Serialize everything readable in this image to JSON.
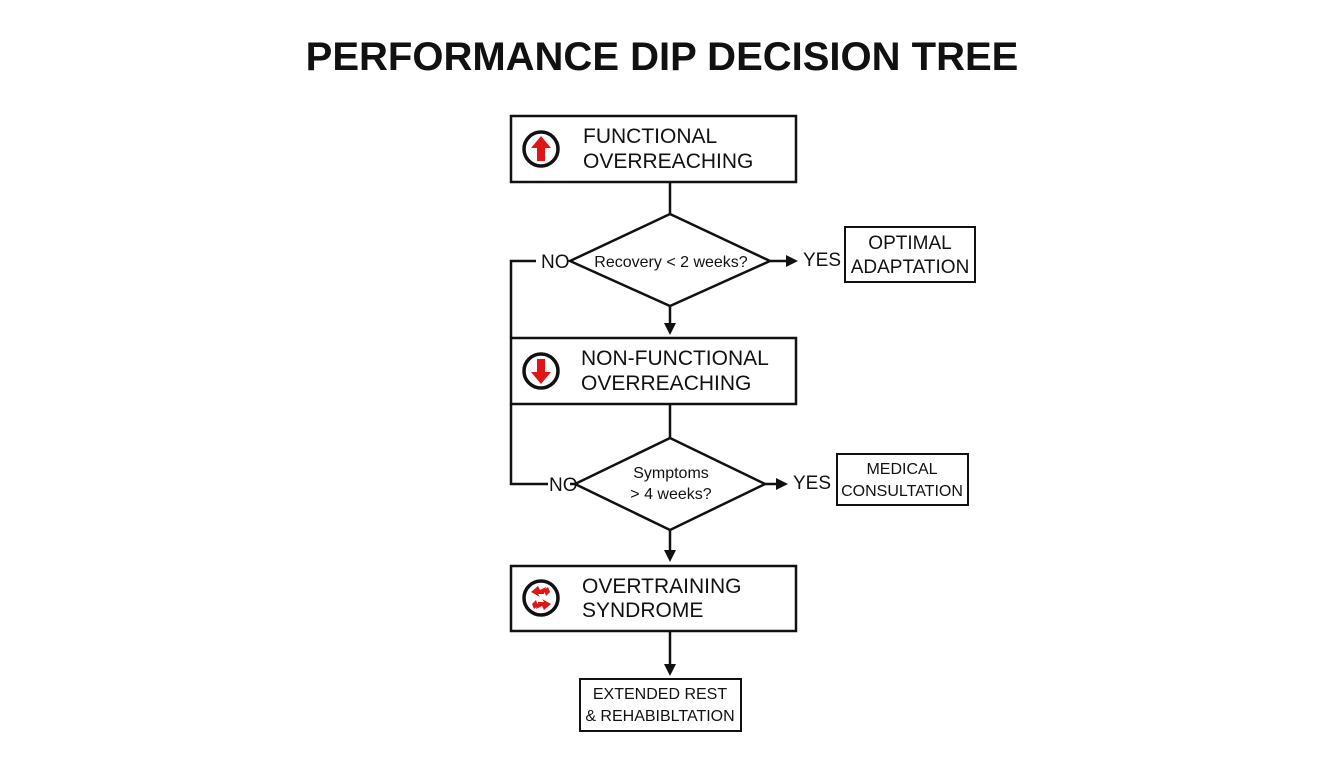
{
  "title": "PERFORMANCE DIP DECISION TREE",
  "colors": {
    "ink": "#111111",
    "accent_red": "#e01515",
    "background": "#ffffff"
  },
  "nodes": {
    "functional": {
      "line1": "FUNCTIONAL",
      "line2": "OVERREACHING",
      "icon": "up-arrow-icon"
    },
    "decision1": {
      "question": "Recovery < 2 weeks?",
      "no_label": "NO",
      "yes_label": "YES"
    },
    "optimal": {
      "line1": "OPTIMAL",
      "line2": "ADAPTATION"
    },
    "nonfunctional": {
      "line1": "NON-FUNCTIONAL",
      "line2": "OVERREACHING",
      "icon": "down-arrow-icon"
    },
    "decision2": {
      "line1": "Symptoms",
      "line2": "> 4 weeks?",
      "no_label": "NO",
      "yes_label": "YES"
    },
    "medical": {
      "line1": "MEDICAL",
      "line2": "CONSULTATION"
    },
    "overtraining": {
      "line1": "OVERTRAINING",
      "line2": "SYNDROME",
      "icon": "chaotic-arrows-icon"
    },
    "rest": {
      "line1": "EXTENDED REST",
      "line2": "& REHABIBLTATION"
    }
  }
}
